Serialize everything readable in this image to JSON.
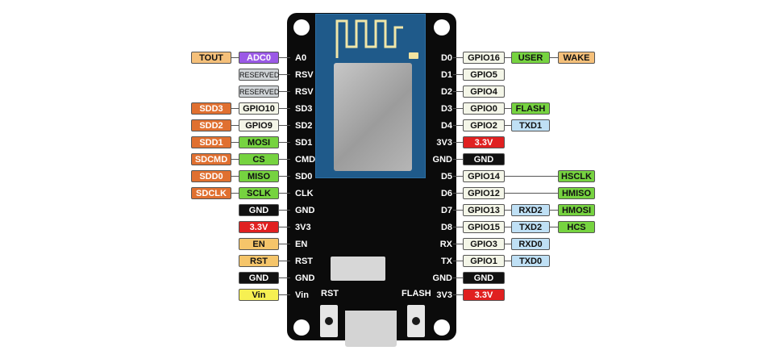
{
  "diagram": {
    "colors": {
      "board": "#0b0b0b",
      "module": "#1f5a8a",
      "power": "#e02020",
      "ground": "#111111",
      "gpio": "#f4f6e8",
      "sd": "#e07030",
      "spi": "#76d340",
      "analog": "#9b59e6",
      "tout": "#f5c07a",
      "reserved": "#cfd3d6",
      "uart": "#bfe0f5",
      "control": "#f5c56a",
      "vin": "#f6f052"
    },
    "left_pins": [
      {
        "pin": "A0",
        "tags": [
          {
            "text": "TOUT",
            "type": "tout"
          },
          {
            "text": "ADC0",
            "type": "analog"
          }
        ]
      },
      {
        "pin": "RSV",
        "tags": [
          {
            "text": "RESERVED",
            "type": "reserved"
          }
        ]
      },
      {
        "pin": "RSV",
        "tags": [
          {
            "text": "RESERVED",
            "type": "reserved"
          }
        ]
      },
      {
        "pin": "SD3",
        "tags": [
          {
            "text": "SDD3",
            "type": "sd"
          },
          {
            "text": "GPIO10",
            "type": "gpio"
          }
        ]
      },
      {
        "pin": "SD2",
        "tags": [
          {
            "text": "SDD2",
            "type": "sd"
          },
          {
            "text": "GPIO9",
            "type": "gpio"
          }
        ]
      },
      {
        "pin": "SD1",
        "tags": [
          {
            "text": "SDD1",
            "type": "sd"
          },
          {
            "text": "MOSI",
            "type": "spi"
          }
        ]
      },
      {
        "pin": "CMD",
        "tags": [
          {
            "text": "SDCMD",
            "type": "sd"
          },
          {
            "text": "CS",
            "type": "spi"
          }
        ]
      },
      {
        "pin": "SD0",
        "tags": [
          {
            "text": "SDD0",
            "type": "sd"
          },
          {
            "text": "MISO",
            "type": "spi"
          }
        ]
      },
      {
        "pin": "CLK",
        "tags": [
          {
            "text": "SDCLK",
            "type": "sd"
          },
          {
            "text": "SCLK",
            "type": "spi"
          }
        ]
      },
      {
        "pin": "GND",
        "tags": [
          {
            "text": "GND",
            "type": "ground"
          }
        ]
      },
      {
        "pin": "3V3",
        "tags": [
          {
            "text": "3.3V",
            "type": "power"
          }
        ]
      },
      {
        "pin": "EN",
        "tags": [
          {
            "text": "EN",
            "type": "control"
          }
        ]
      },
      {
        "pin": "RST",
        "tags": [
          {
            "text": "RST",
            "type": "control"
          }
        ]
      },
      {
        "pin": "GND",
        "tags": [
          {
            "text": "GND",
            "type": "ground"
          }
        ]
      },
      {
        "pin": "Vin",
        "tags": [
          {
            "text": "Vin",
            "type": "vin"
          }
        ]
      }
    ],
    "right_pins": [
      {
        "pin": "D0",
        "tags": [
          {
            "text": "GPIO16",
            "type": "gpio",
            "col": 0
          },
          {
            "text": "USER",
            "type": "spi",
            "col": 1
          },
          {
            "text": "WAKE",
            "type": "tout",
            "col": 2
          }
        ]
      },
      {
        "pin": "D1",
        "tags": [
          {
            "text": "GPIO5",
            "type": "gpio",
            "col": 0
          }
        ]
      },
      {
        "pin": "D2",
        "tags": [
          {
            "text": "GPIO4",
            "type": "gpio",
            "col": 0
          }
        ]
      },
      {
        "pin": "D3",
        "tags": [
          {
            "text": "GPIO0",
            "type": "gpio",
            "col": 0
          },
          {
            "text": "FLASH",
            "type": "spi",
            "col": 1
          }
        ]
      },
      {
        "pin": "D4",
        "tags": [
          {
            "text": "GPIO2",
            "type": "gpio",
            "col": 0
          },
          {
            "text": "TXD1",
            "type": "uart",
            "col": 1
          }
        ]
      },
      {
        "pin": "3V3",
        "tags": [
          {
            "text": "3.3V",
            "type": "power",
            "col": 0
          }
        ]
      },
      {
        "pin": "GND",
        "tags": [
          {
            "text": "GND",
            "type": "ground",
            "col": 0
          }
        ]
      },
      {
        "pin": "D5",
        "tags": [
          {
            "text": "GPIO14",
            "type": "gpio",
            "col": 0
          },
          {
            "text": "HSCLK",
            "type": "spi",
            "col": 2
          }
        ]
      },
      {
        "pin": "D6",
        "tags": [
          {
            "text": "GPIO12",
            "type": "gpio",
            "col": 0
          },
          {
            "text": "HMISO",
            "type": "spi",
            "col": 2
          }
        ]
      },
      {
        "pin": "D7",
        "tags": [
          {
            "text": "GPIO13",
            "type": "gpio",
            "col": 0
          },
          {
            "text": "RXD2",
            "type": "uart",
            "col": 1
          },
          {
            "text": "HMOSI",
            "type": "spi",
            "col": 2
          }
        ]
      },
      {
        "pin": "D8",
        "tags": [
          {
            "text": "GPIO15",
            "type": "gpio",
            "col": 0
          },
          {
            "text": "TXD2",
            "type": "uart",
            "col": 1
          },
          {
            "text": "HCS",
            "type": "spi",
            "col": 2
          }
        ]
      },
      {
        "pin": "RX",
        "tags": [
          {
            "text": "GPIO3",
            "type": "gpio",
            "col": 0
          },
          {
            "text": "RXD0",
            "type": "uart",
            "col": 1
          }
        ]
      },
      {
        "pin": "TX",
        "tags": [
          {
            "text": "GPIO1",
            "type": "gpio",
            "col": 0
          },
          {
            "text": "TXD0",
            "type": "uart",
            "col": 1
          }
        ]
      },
      {
        "pin": "GND",
        "tags": [
          {
            "text": "GND",
            "type": "ground",
            "col": 0
          }
        ]
      },
      {
        "pin": "3V3",
        "tags": [
          {
            "text": "3.3V",
            "type": "power",
            "col": 0
          }
        ]
      }
    ],
    "buttons": {
      "rst": "RST",
      "flash": "FLASH"
    }
  }
}
